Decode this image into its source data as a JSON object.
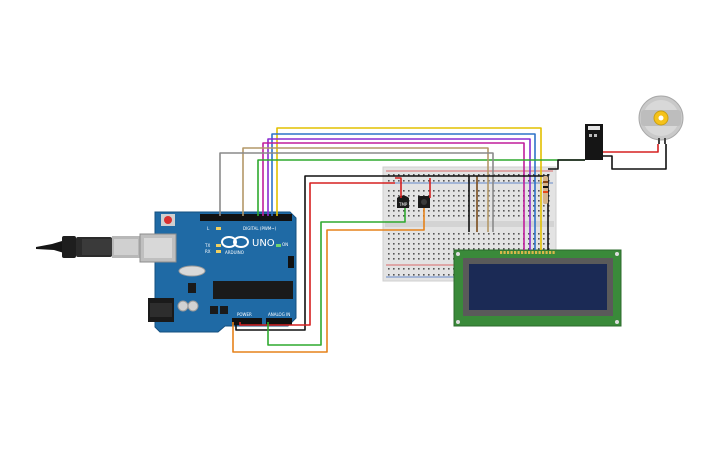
{
  "arduino": {
    "logo_text": "UNO",
    "brand_text": "ARDUINO",
    "digital_label": "DIGITAL (PWM~)",
    "power_label": "POWER",
    "analog_label": "ANALOG IN",
    "tx_label": "TX",
    "rx_label": "RX",
    "l_label": "L",
    "on_label": "ON"
  },
  "sensor": {
    "label": "TMP"
  },
  "colors": {
    "board": "#1f6aa5",
    "breadboard": "#e3e3e3",
    "lcd_pcb": "#3a8a3a",
    "lcd_screen": "#1b2a55",
    "wire_red": "#d62020",
    "wire_black": "#111111",
    "wire_yellow": "#e2c000",
    "wire_blue": "#2e72c8",
    "wire_purple": "#8a2bd1",
    "wire_magenta": "#c01d9c",
    "wire_green": "#2faa2f",
    "wire_orange": "#e6821a",
    "wire_tan": "#b49868",
    "wire_grey": "#8a8a8a"
  }
}
